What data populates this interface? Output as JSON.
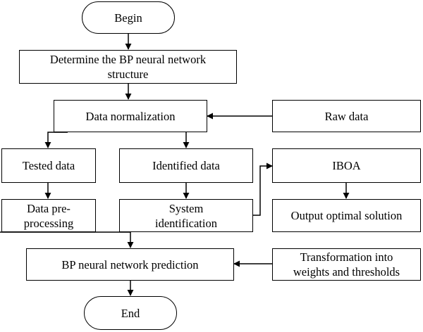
{
  "flowchart": {
    "begin": "Begin",
    "structure": "Determine the BP neural network structure",
    "normalization": "Data normalization",
    "raw_data": "Raw data",
    "tested_data": "Tested data",
    "identified_data": "Identified data",
    "iboa": "IBOA",
    "preprocessing": "Data pre-processing",
    "system_identification": "System identification",
    "optimal_solution": "Output optimal solution",
    "prediction": "BP neural network prediction",
    "transformation": "Transformation into weights and thresholds",
    "end": "End"
  },
  "colors": {
    "line": "#000000",
    "fill": "#ffffff",
    "text": "#000000"
  }
}
